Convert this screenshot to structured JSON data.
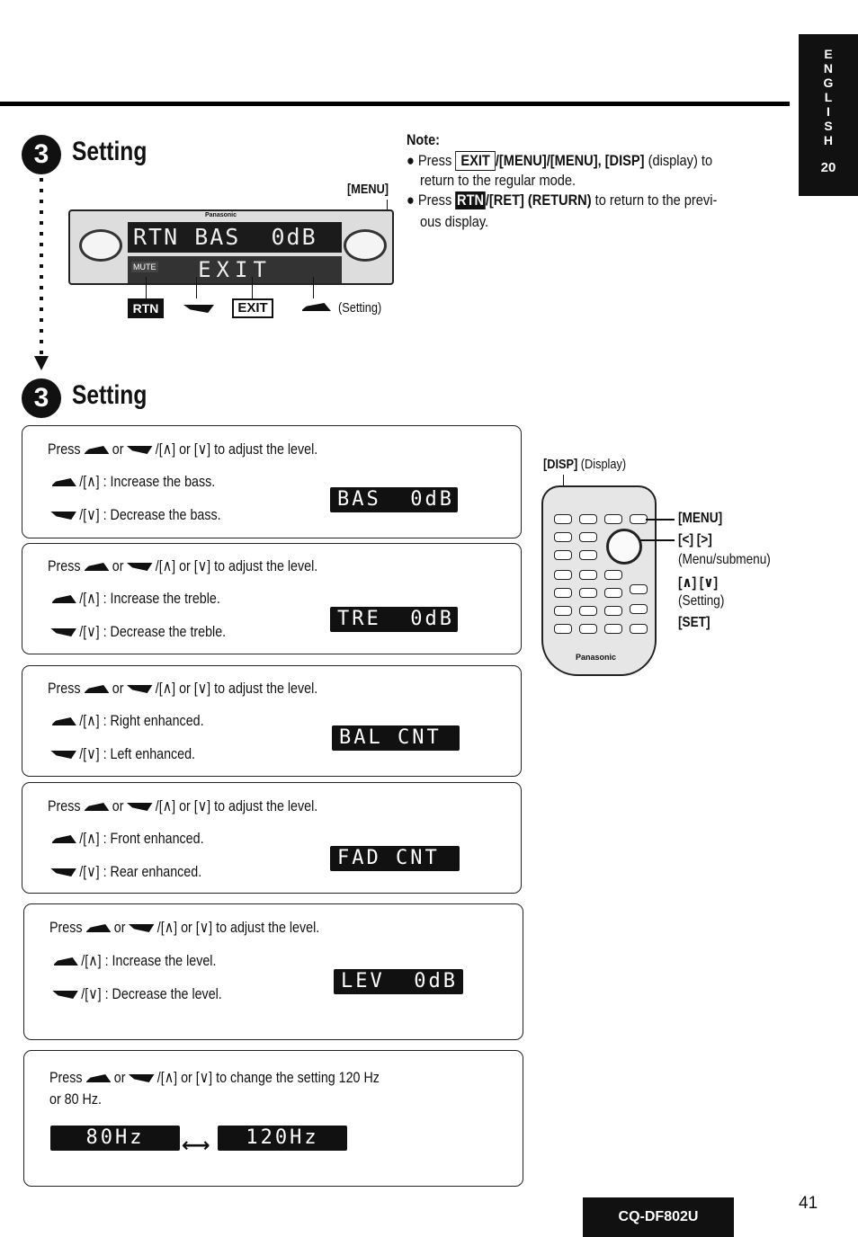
{
  "language_tab": {
    "letters": [
      "E",
      "N",
      "G",
      "L",
      "I",
      "S",
      "H"
    ],
    "number": "20"
  },
  "section_top": {
    "number": "3",
    "title": "Setting"
  },
  "menu_label": "[MENU]",
  "head_unit": {
    "display_top": "RTN BAS  0dB",
    "display_bottom": "EXIT",
    "brand": "Panasonic",
    "mute": "MUTE"
  },
  "unit_buttons": {
    "rtn": "RTN",
    "exit": "EXIT",
    "setting": "(Setting)"
  },
  "note": {
    "title": "Note:",
    "line1_pre": "● Press ",
    "line1_exit": "EXIT",
    "line1_post": "/[MENU]/[MENU], [DISP]",
    "line1_tail": " (display) to",
    "line2": "return to the regular mode.",
    "line3_pre": "● Press ",
    "line3_rtn": "RTN",
    "line3_post": "/[RET] (RETURN)",
    "line3_tail": " to return to the previ-",
    "line4": "ous display."
  },
  "section_main": {
    "number": "3",
    "title": "Setting"
  },
  "boxes": [
    {
      "press_a": "Press",
      "press_b": "or",
      "press_c": "/[∧] or [∨] to adjust the level.",
      "up_text": "/[∧] : Increase the bass.",
      "down_text": "/[∨] : Decrease the bass.",
      "lcd": "BAS  0dB"
    },
    {
      "press_a": "Press",
      "press_b": "or",
      "press_c": "/[∧] or [∨] to adjust the level.",
      "up_text": "/[∧] : Increase the treble.",
      "down_text": "/[∨] : Decrease the treble.",
      "lcd": "TRE  0dB"
    },
    {
      "press_a": "Press",
      "press_b": "or",
      "press_c": "/[∧] or [∨] to adjust the level.",
      "up_text": "/[∧] : Right enhanced.",
      "down_text": "/[∨] : Left enhanced.",
      "lcd": "BAL CNT"
    },
    {
      "press_a": "Press",
      "press_b": "or",
      "press_c": "/[∧] or [∨] to adjust the level.",
      "up_text": "/[∧] : Front enhanced.",
      "down_text": "/[∨] : Rear enhanced.",
      "lcd": "FAD CNT"
    },
    {
      "press_a": "Press",
      "press_b": "or",
      "press_c": "/[∧] or [∨] to adjust the level.",
      "up_text": "/[∧] : Increase the level.",
      "down_text": "/[∨] : Decrease the level.",
      "lcd": "LEV  0dB"
    }
  ],
  "hz_box": {
    "press_a": "Press",
    "press_b": "or",
    "press_c": "/[∧] or [∨] to change the setting 120 Hz",
    "line2": "or 80 Hz.",
    "lcd_left": "80Hz",
    "lcd_right": "120Hz"
  },
  "remote": {
    "disp_label": "[DISP]",
    "disp_desc": "(Display)",
    "menu_label": "[MENU]",
    "lr_label": "[<] [>]",
    "lr_desc": "(Menu/submenu)",
    "ud_label": "[∧] [∨]",
    "ud_desc": "(Setting)",
    "set_label": "[SET]",
    "brand": "Panasonic"
  },
  "footer": {
    "model": "CQ-DF802U",
    "page": "41"
  }
}
